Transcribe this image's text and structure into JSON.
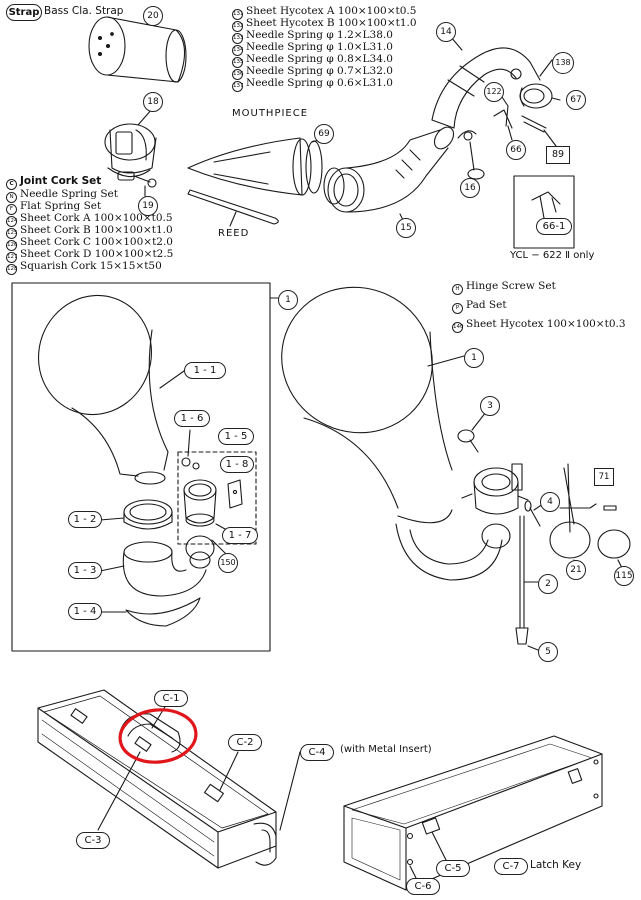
{
  "strap": {
    "tag": "Strap",
    "label": "Bass Cla. Strap"
  },
  "top_list": [
    {
      "code": "131",
      "text": "Sheet Hycotex A 100×100×t0.5"
    },
    {
      "code": "132",
      "text": "Sheet Hycotex B 100×100×t1.0"
    },
    {
      "code": "133",
      "text": "Needle Spring φ 1.2×L38.0"
    },
    {
      "code": "134",
      "text": "Needle Spring φ 1.0×L31.0"
    },
    {
      "code": "135",
      "text": "Needle Spring φ 0.8×L34.0"
    },
    {
      "code": "136",
      "text": "Needle Spring φ 0.7×L32.0"
    },
    {
      "code": "137",
      "text": "Needle Spring φ 0.6×L31.0"
    }
  ],
  "left_list": [
    {
      "code": "C",
      "text": "Joint Cork Set"
    },
    {
      "code": "N",
      "text": "Needle Spring Set"
    },
    {
      "code": "F",
      "text": "Flat Spring Set"
    },
    {
      "code": "124",
      "text": "Sheet Cork A 100×100×t0.5"
    },
    {
      "code": "125",
      "text": "Sheet Cork B 100×100×t1.0"
    },
    {
      "code": "126",
      "text": "Sheet Cork C 100×100×t2.0"
    },
    {
      "code": "127",
      "text": "Sheet Cork D 100×100×t2.5"
    },
    {
      "code": "128",
      "text": "Squarish Cork 15×15×t50"
    }
  ],
  "right_list": [
    {
      "code": "H",
      "text": "Hinge Screw Set"
    },
    {
      "code": "P",
      "text": "Pad Set"
    },
    {
      "code": "140",
      "text": "Sheet Hycotex 100×100×t0.3"
    }
  ],
  "labels": {
    "mouthpiece": "MOUTHPIECE",
    "reed": "REED",
    "ycl_note": "YCL − 622 Ⅱ only",
    "c4_note": "(with Metal Insert)",
    "c7_note": "Latch Key"
  },
  "callouts": {
    "p20": "20",
    "p18": "18",
    "p19": "19",
    "p69": "69",
    "p14": "14",
    "p138": "138",
    "p122": "122",
    "p67": "67",
    "p66": "66",
    "p89": "89",
    "p16": "16",
    "p15a": "15",
    "p66_1": "66-1",
    "p1_left": "1",
    "p1_1": "1 - 1",
    "p1_6": "1 - 6",
    "p1_5": "1 - 5",
    "p1_8": "1 - 8",
    "p1_2": "1 - 2",
    "p1_7": "1 - 7",
    "p150": "150",
    "p1_3": "1 - 3",
    "p1_4": "1 - 4",
    "p1_right": "1",
    "p3": "3",
    "p4": "4",
    "p71": "71",
    "p21": "21",
    "p115": "115",
    "p2": "2",
    "p5": "5",
    "c1": "C-1",
    "c2": "C-2",
    "c3": "C-3",
    "c4": "C-4",
    "c5": "C-5",
    "c6": "C-6",
    "c7": "C-7"
  },
  "colors": {
    "line": "#1a1a1a",
    "highlight": "#e0161b",
    "paper": "#ffffff"
  }
}
